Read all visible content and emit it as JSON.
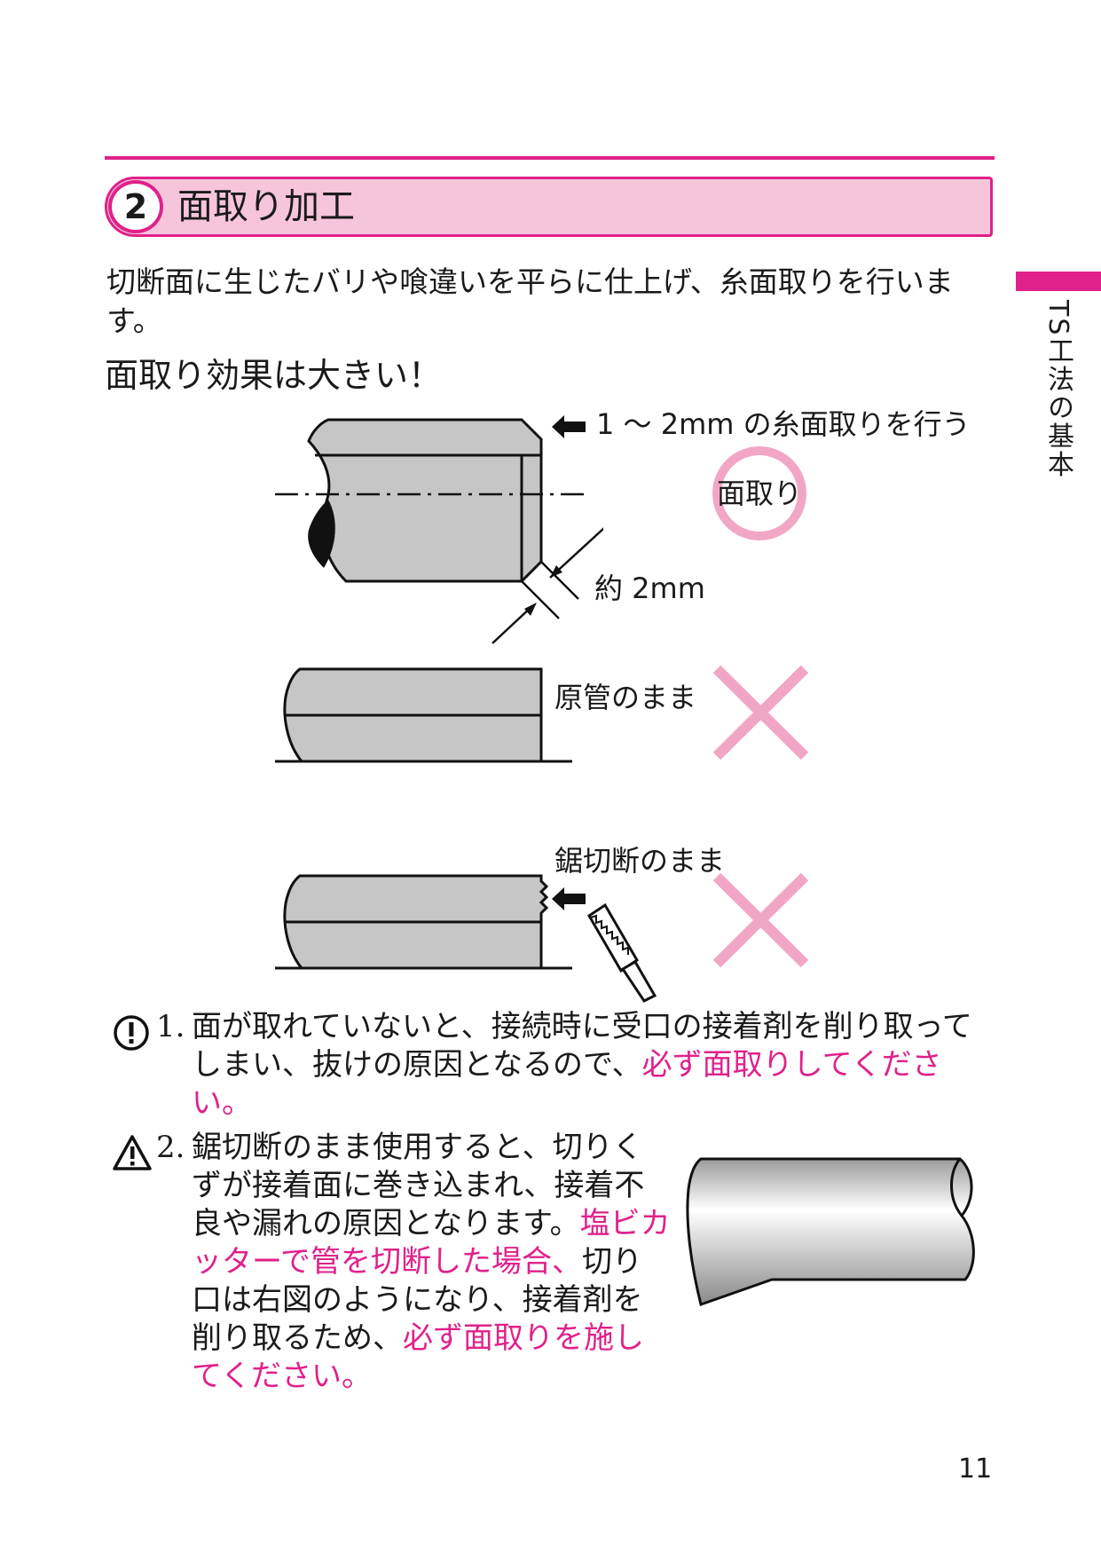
{
  "section": {
    "number": "2",
    "title": "面取り加工"
  },
  "side_tab": {
    "label": "TS工法の基本"
  },
  "intro": {
    "text": "切断面に生じたバリや喰違いを平らに仕上げ、糸面取りを行います。"
  },
  "sub_heading": "面取り効果は大きい！",
  "figure_labels": {
    "chamfer_instruction": "1 ～ 2mm の糸面取りを行う",
    "chamfer_ok": "面取り",
    "approx_size": "約 2mm",
    "raw_pipe": "原管のまま",
    "saw_cut": "鋸切断のまま"
  },
  "notes": [
    {
      "number": "1.",
      "text_plain": "面が取れていないと、接続時に受口の接着剤を削り取ってしまい、抜けの原因となるので、",
      "text_emphasis": "必ず面取りしてください。"
    },
    {
      "number": "2.",
      "text_plain_1": "鋸切断のまま使用すると、切りくずが接着面に巻き込まれ、接着不良や漏れの原因となります。",
      "text_emphasis_1": "塩ビカッターで管を切断した場合、",
      "text_plain_2": "切り口は右図のようになり、接着剤を削り取るため、",
      "text_emphasis_2": "必ず面取りを施してください。"
    }
  ],
  "page_number": "11",
  "colors": {
    "accent": "#e0218a",
    "accent_light": "#f6c4db",
    "mark_light": "#f2a6c6",
    "pipe_gray": "#c6c6c6"
  }
}
